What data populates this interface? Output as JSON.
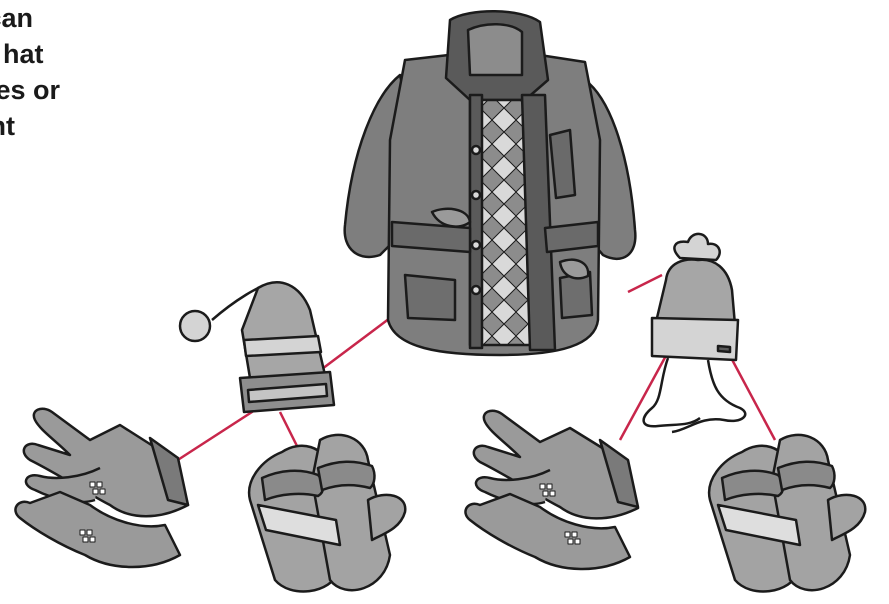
{
  "intro": {
    "lines": [
      "e can",
      "en hat",
      "oves or",
      "rent"
    ]
  },
  "colors": {
    "connector": "#c8264b",
    "outline": "#1b1b1b",
    "jacket": "#7e7e7e",
    "jacket_dark": "#5a5a5a",
    "lining_light": "#d9d9d9",
    "lining_dark": "#8c8c8c",
    "hat": "#a6a6a6",
    "hat_light": "#d4d4d4",
    "glove": "#9a9a9a",
    "mitten": "#a3a3a3",
    "mitten_light": "#dedede"
  },
  "tree": {
    "root": "jacket",
    "level1": [
      "striped-pompom-hat",
      "knit-tassel-hat"
    ],
    "level2": [
      "gloves",
      "mittens",
      "gloves",
      "mittens"
    ]
  }
}
